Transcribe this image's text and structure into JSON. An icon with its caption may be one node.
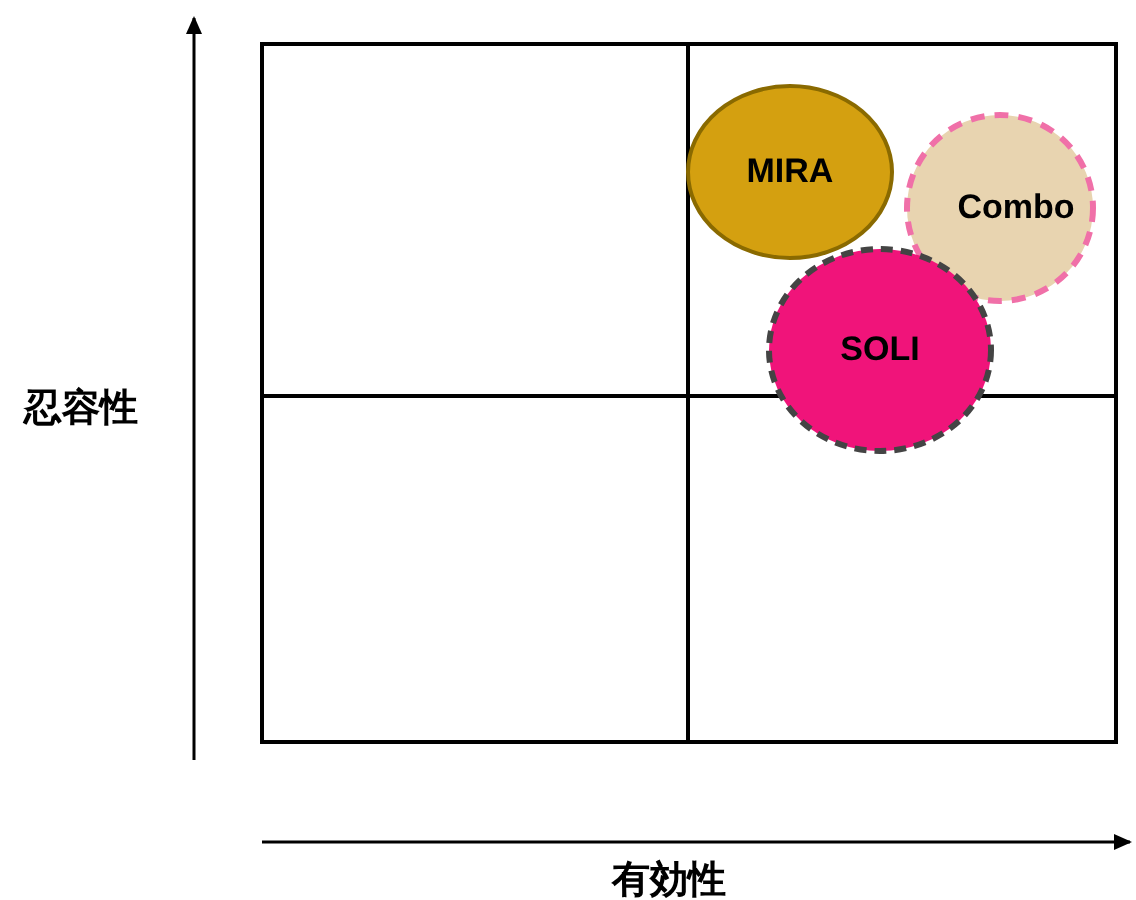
{
  "diagram": {
    "nodes": [
      {
        "text": [
          "MIRA"
        ]
      },
      {
        "text": [
          "Combo"
        ]
      },
      {
        "text": [
          "SOLI"
        ]
      }
    ],
    "labels": [
      "忍容性",
      "有効性"
    ]
  }
}
